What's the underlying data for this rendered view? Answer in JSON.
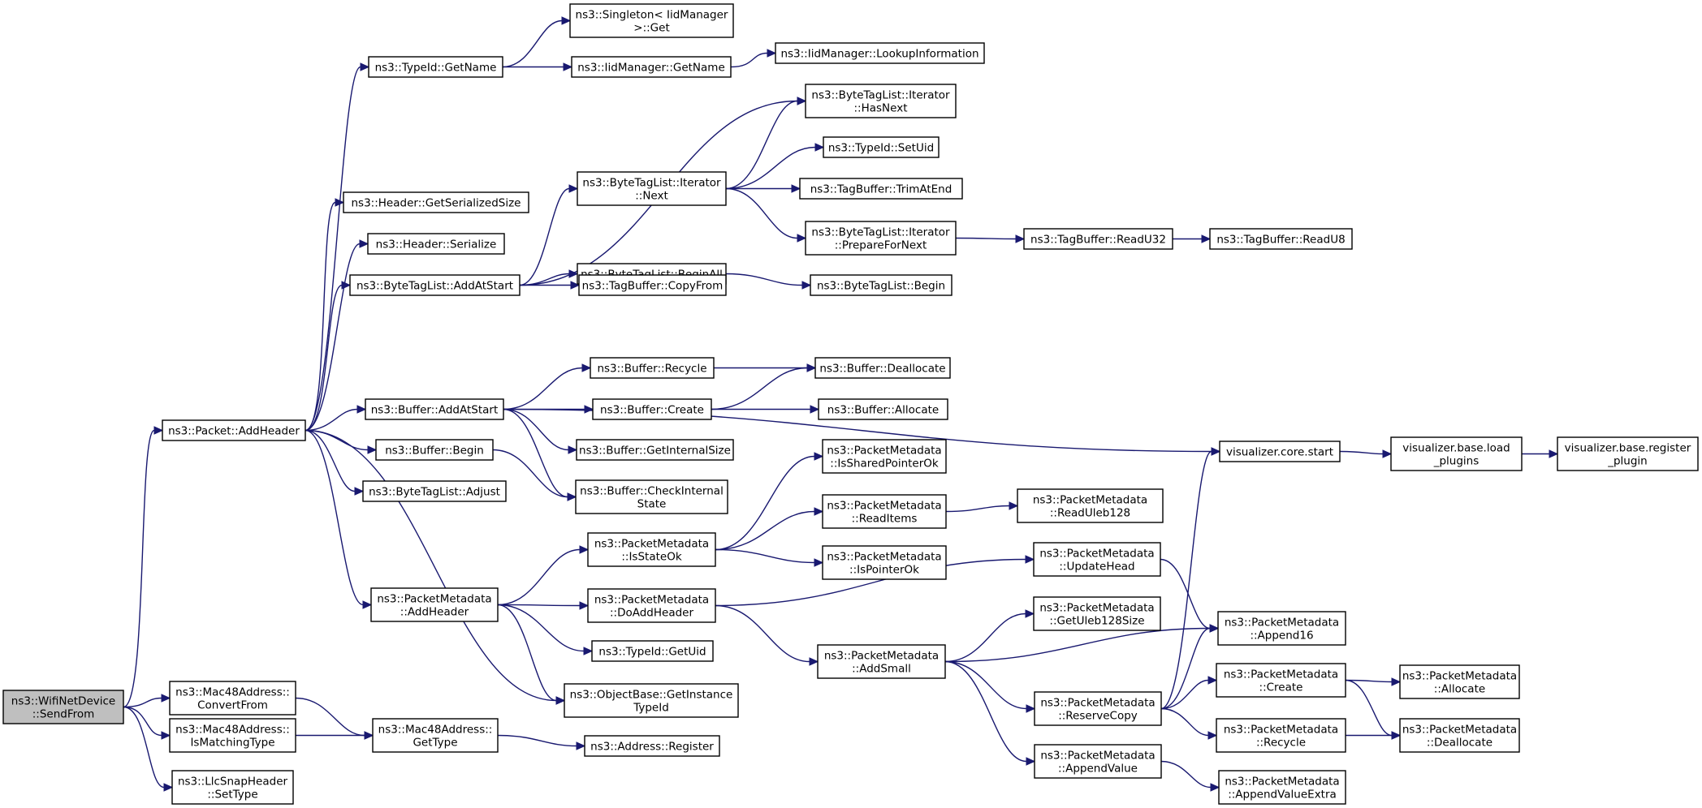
{
  "graph": {
    "colors": {
      "edge": "#191970",
      "node_border": "#000000",
      "node_fill": "#ffffff",
      "root_fill": "#bfbfbf"
    },
    "nodes": [
      {
        "id": "wifi-sendfrom",
        "lines": [
          "ns3::WifiNetDevice",
          "::SendFrom"
        ],
        "root": true
      },
      {
        "id": "packet-addheader",
        "lines": [
          "ns3::Packet::AddHeader"
        ]
      },
      {
        "id": "mac48-convertfrom",
        "lines": [
          "ns3::Mac48Address::",
          "ConvertFrom"
        ]
      },
      {
        "id": "mac48-ismatchingtype",
        "lines": [
          "ns3::Mac48Address::",
          "IsMatchingType"
        ]
      },
      {
        "id": "llcsnap-settype",
        "lines": [
          "ns3::LlcSnapHeader",
          "::SetType"
        ]
      },
      {
        "id": "typeid-getname",
        "lines": [
          "ns3::TypeId::GetName"
        ]
      },
      {
        "id": "header-getserializedsize",
        "lines": [
          "ns3::Header::GetSerializedSize"
        ]
      },
      {
        "id": "header-serialize",
        "lines": [
          "ns3::Header::Serialize"
        ]
      },
      {
        "id": "bytetaglist-addatstart",
        "lines": [
          "ns3::ByteTagList::AddAtStart"
        ]
      },
      {
        "id": "buffer-addatstart",
        "lines": [
          "ns3::Buffer::AddAtStart"
        ]
      },
      {
        "id": "buffer-begin",
        "lines": [
          "ns3::Buffer::Begin"
        ]
      },
      {
        "id": "bytetaglist-adjust",
        "lines": [
          "ns3::ByteTagList::Adjust"
        ]
      },
      {
        "id": "pm-addheader",
        "lines": [
          "ns3::PacketMetadata",
          "::AddHeader"
        ]
      },
      {
        "id": "mac48-gettype",
        "lines": [
          "ns3::Mac48Address::",
          "GetType"
        ]
      },
      {
        "id": "singleton-get",
        "lines": [
          "ns3::Singleton< IidManager",
          " >::Get"
        ]
      },
      {
        "id": "iidmanager-getname",
        "lines": [
          "ns3::IidManager::GetName"
        ]
      },
      {
        "id": "iidmanager-lookupinformation",
        "lines": [
          "ns3::IidManager::LookupInformation"
        ]
      },
      {
        "id": "btl-iterator-hasnext",
        "lines": [
          "ns3::ByteTagList::Iterator",
          "::HasNext"
        ]
      },
      {
        "id": "typeid-setuid",
        "lines": [
          "ns3::TypeId::SetUid"
        ]
      },
      {
        "id": "btl-iterator-next",
        "lines": [
          "ns3::ByteTagList::Iterator",
          "::Next"
        ]
      },
      {
        "id": "tagbuffer-trimatend",
        "lines": [
          "ns3::TagBuffer::TrimAtEnd"
        ]
      },
      {
        "id": "btl-iterator-prepare",
        "lines": [
          "ns3::ByteTagList::Iterator",
          "::PrepareForNext"
        ]
      },
      {
        "id": "tagbuffer-readu32",
        "lines": [
          "ns3::TagBuffer::ReadU32"
        ]
      },
      {
        "id": "tagbuffer-readu8",
        "lines": [
          "ns3::TagBuffer::ReadU8"
        ]
      },
      {
        "id": "bytetaglist-beginall",
        "lines": [
          "ns3::ByteTagList::BeginAll"
        ]
      },
      {
        "id": "bytetaglist-begin",
        "lines": [
          "ns3::ByteTagList::Begin"
        ]
      },
      {
        "id": "tagbuffer-copyfrom",
        "lines": [
          "ns3::TagBuffer::CopyFrom"
        ]
      },
      {
        "id": "buffer-recycle",
        "lines": [
          "ns3::Buffer::Recycle"
        ]
      },
      {
        "id": "buffer-deallocate",
        "lines": [
          "ns3::Buffer::Deallocate"
        ]
      },
      {
        "id": "buffer-create",
        "lines": [
          "ns3::Buffer::Create"
        ]
      },
      {
        "id": "buffer-allocate",
        "lines": [
          "ns3::Buffer::Allocate"
        ]
      },
      {
        "id": "buffer-getinternalsize",
        "lines": [
          "ns3::Buffer::GetInternalSize"
        ]
      },
      {
        "id": "buffer-checkinternalstate",
        "lines": [
          "ns3::Buffer::CheckInternal",
          "State"
        ]
      },
      {
        "id": "viz-core-start",
        "lines": [
          "visualizer.core.start"
        ]
      },
      {
        "id": "viz-base-load-plugins",
        "lines": [
          "visualizer.base.load",
          "_plugins"
        ]
      },
      {
        "id": "viz-base-register-plugin",
        "lines": [
          "visualizer.base.register",
          "_plugin"
        ]
      },
      {
        "id": "pm-issharedpointerok",
        "lines": [
          "ns3::PacketMetadata",
          "::IsSharedPointerOk"
        ]
      },
      {
        "id": "pm-readitems",
        "lines": [
          "ns3::PacketMetadata",
          "::ReadItems"
        ]
      },
      {
        "id": "pm-readuleb128",
        "lines": [
          "ns3::PacketMetadata",
          "::ReadUleb128"
        ]
      },
      {
        "id": "pm-isstateok",
        "lines": [
          "ns3::PacketMetadata",
          "::IsStateOk"
        ]
      },
      {
        "id": "pm-ispointerok",
        "lines": [
          "ns3::PacketMetadata",
          "::IsPointerOk"
        ]
      },
      {
        "id": "pm-updatehead",
        "lines": [
          "ns3::PacketMetadata",
          "::UpdateHead"
        ]
      },
      {
        "id": "pm-doaddheader",
        "lines": [
          "ns3::PacketMetadata",
          "::DoAddHeader"
        ]
      },
      {
        "id": "pm-getuleb128size",
        "lines": [
          "ns3::PacketMetadata",
          "::GetUleb128Size"
        ]
      },
      {
        "id": "pm-append16",
        "lines": [
          "ns3::PacketMetadata",
          "::Append16"
        ]
      },
      {
        "id": "typeid-getuid",
        "lines": [
          "ns3::TypeId::GetUid"
        ]
      },
      {
        "id": "pm-addsmall",
        "lines": [
          "ns3::PacketMetadata",
          "::AddSmall"
        ]
      },
      {
        "id": "objectbase-getinstancetypeid",
        "lines": [
          "ns3::ObjectBase::GetInstance",
          "TypeId"
        ]
      },
      {
        "id": "pm-reservecopy",
        "lines": [
          "ns3::PacketMetadata",
          "::ReserveCopy"
        ]
      },
      {
        "id": "pm-create",
        "lines": [
          "ns3::PacketMetadata",
          "::Create"
        ]
      },
      {
        "id": "pm-allocate",
        "lines": [
          "ns3::PacketMetadata",
          "::Allocate"
        ]
      },
      {
        "id": "pm-recycle",
        "lines": [
          "ns3::PacketMetadata",
          "::Recycle"
        ]
      },
      {
        "id": "pm-deallocate",
        "lines": [
          "ns3::PacketMetadata",
          "::Deallocate"
        ]
      },
      {
        "id": "address-register",
        "lines": [
          "ns3::Address::Register"
        ]
      },
      {
        "id": "pm-appendvalue",
        "lines": [
          "ns3::PacketMetadata",
          "::AppendValue"
        ]
      },
      {
        "id": "pm-appendvalueextra",
        "lines": [
          "ns3::PacketMetadata",
          "::AppendValueExtra"
        ]
      }
    ],
    "edges": [
      [
        "wifi-sendfrom",
        "packet-addheader"
      ],
      [
        "wifi-sendfrom",
        "mac48-convertfrom"
      ],
      [
        "wifi-sendfrom",
        "mac48-ismatchingtype"
      ],
      [
        "wifi-sendfrom",
        "llcsnap-settype"
      ],
      [
        "packet-addheader",
        "typeid-getname"
      ],
      [
        "packet-addheader",
        "header-getserializedsize"
      ],
      [
        "packet-addheader",
        "header-serialize"
      ],
      [
        "packet-addheader",
        "bytetaglist-addatstart"
      ],
      [
        "packet-addheader",
        "buffer-addatstart"
      ],
      [
        "packet-addheader",
        "buffer-begin"
      ],
      [
        "packet-addheader",
        "bytetaglist-adjust"
      ],
      [
        "packet-addheader",
        "pm-addheader"
      ],
      [
        "packet-addheader",
        "objectbase-getinstancetypeid"
      ],
      [
        "typeid-getname",
        "singleton-get"
      ],
      [
        "typeid-getname",
        "iidmanager-getname"
      ],
      [
        "iidmanager-getname",
        "iidmanager-lookupinformation"
      ],
      [
        "bytetaglist-addatstart",
        "btl-iterator-hasnext"
      ],
      [
        "bytetaglist-addatstart",
        "btl-iterator-next"
      ],
      [
        "bytetaglist-addatstart",
        "bytetaglist-beginall"
      ],
      [
        "bytetaglist-addatstart",
        "tagbuffer-copyfrom"
      ],
      [
        "btl-iterator-next",
        "btl-iterator-hasnext"
      ],
      [
        "btl-iterator-next",
        "typeid-setuid"
      ],
      [
        "btl-iterator-next",
        "tagbuffer-trimatend"
      ],
      [
        "btl-iterator-next",
        "btl-iterator-prepare"
      ],
      [
        "btl-iterator-prepare",
        "tagbuffer-readu32"
      ],
      [
        "tagbuffer-readu32",
        "tagbuffer-readu8"
      ],
      [
        "bytetaglist-beginall",
        "bytetaglist-begin"
      ],
      [
        "buffer-addatstart",
        "viz-core-start"
      ],
      [
        "buffer-addatstart",
        "buffer-recycle"
      ],
      [
        "buffer-addatstart",
        "buffer-create"
      ],
      [
        "buffer-addatstart",
        "buffer-getinternalsize"
      ],
      [
        "buffer-addatstart",
        "buffer-checkinternalstate"
      ],
      [
        "buffer-recycle",
        "buffer-deallocate"
      ],
      [
        "buffer-create",
        "buffer-deallocate"
      ],
      [
        "buffer-create",
        "buffer-allocate"
      ],
      [
        "buffer-begin",
        "buffer-checkinternalstate"
      ],
      [
        "viz-core-start",
        "viz-base-load-plugins"
      ],
      [
        "viz-base-load-plugins",
        "viz-base-register-plugin"
      ],
      [
        "pm-addheader",
        "pm-isstateok"
      ],
      [
        "pm-addheader",
        "pm-doaddheader"
      ],
      [
        "pm-addheader",
        "typeid-getuid"
      ],
      [
        "pm-addheader",
        "objectbase-getinstancetypeid"
      ],
      [
        "pm-isstateok",
        "pm-issharedpointerok"
      ],
      [
        "pm-isstateok",
        "pm-readitems"
      ],
      [
        "pm-isstateok",
        "pm-ispointerok"
      ],
      [
        "pm-readitems",
        "pm-readuleb128"
      ],
      [
        "pm-doaddheader",
        "pm-updatehead"
      ],
      [
        "pm-doaddheader",
        "pm-addsmall"
      ],
      [
        "pm-updatehead",
        "pm-append16"
      ],
      [
        "pm-addsmall",
        "pm-getuleb128size"
      ],
      [
        "pm-addsmall",
        "pm-append16"
      ],
      [
        "pm-addsmall",
        "pm-reservecopy"
      ],
      [
        "pm-addsmall",
        "pm-appendvalue"
      ],
      [
        "pm-reservecopy",
        "viz-core-start"
      ],
      [
        "pm-reservecopy",
        "pm-append16"
      ],
      [
        "pm-reservecopy",
        "pm-create"
      ],
      [
        "pm-reservecopy",
        "pm-recycle"
      ],
      [
        "pm-create",
        "pm-allocate"
      ],
      [
        "pm-create",
        "pm-deallocate"
      ],
      [
        "pm-recycle",
        "pm-deallocate"
      ],
      [
        "pm-appendvalue",
        "pm-appendvalueextra"
      ],
      [
        "mac48-convertfrom",
        "mac48-gettype"
      ],
      [
        "mac48-ismatchingtype",
        "mac48-gettype"
      ],
      [
        "mac48-gettype",
        "address-register"
      ]
    ]
  }
}
